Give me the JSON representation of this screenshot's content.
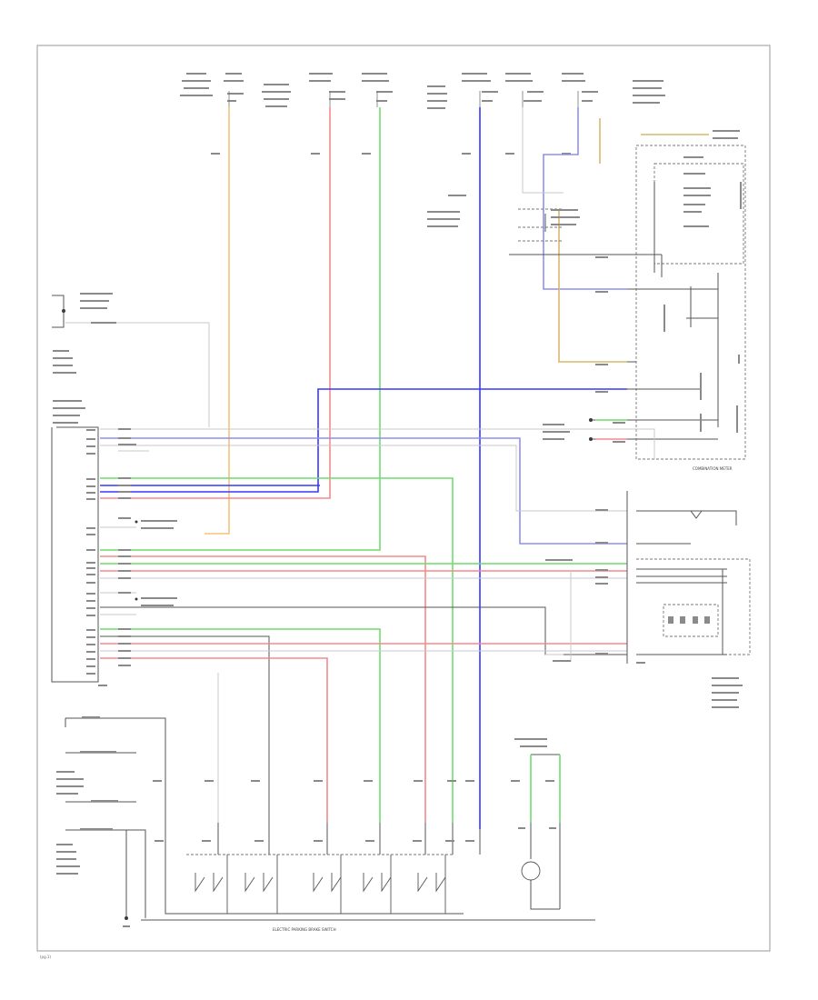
{
  "colors": {
    "orange": "#f5c27a",
    "red": "#f48a8a",
    "green": "#6fdc6f",
    "blue": "#3838ff",
    "violet": "#8f8fef",
    "tan": "#d8b86a",
    "gray": "#c8c8c8",
    "black": "#3a3a3a",
    "frame": "#9a9a9a"
  },
  "labels": {
    "bottom_switch": "ELECTRIC PARKING BRAKE SWITCH",
    "combination_meter": "COMBINATION METER",
    "page_ref": "(pg.1)"
  }
}
